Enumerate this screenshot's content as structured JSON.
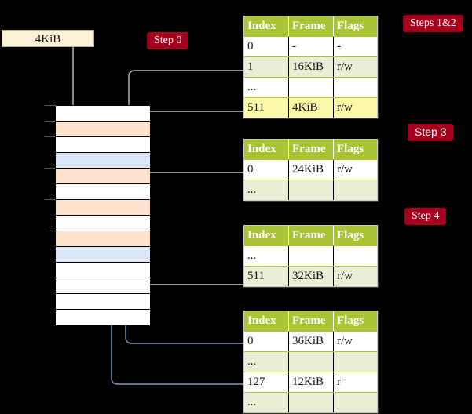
{
  "diagram": {
    "title_hidden": "",
    "virtual_page": {
      "label": "4KiB"
    },
    "badges": {
      "step0": "Step 0",
      "steps12": "Steps 1&2",
      "step3": "Step 3",
      "step4": "Step 4"
    },
    "colors": {
      "badge_background": "#a4001e",
      "badge_text": "#ffffff",
      "table_header_background": "#a8c432",
      "table_row_shade": "#e9efd4",
      "table_highlight": "#fbf8a8",
      "memory_orange": "#fde3cd",
      "memory_blue": "#dbe7f7",
      "virtual_page_background": "#fdf2d9",
      "background": "#000000",
      "gray_wire": "#b6b6b6",
      "blue_wire": "#7d9cc4"
    },
    "memory_column": {
      "name": "physical-memory",
      "rows": [
        {
          "index": 0,
          "fill": "white"
        },
        {
          "index": 1,
          "fill": "orange"
        },
        {
          "index": 2,
          "fill": "white"
        },
        {
          "index": 3,
          "fill": "blue"
        },
        {
          "index": 4,
          "fill": "orange"
        },
        {
          "index": 5,
          "fill": "white"
        },
        {
          "index": 6,
          "fill": "orange"
        },
        {
          "index": 7,
          "fill": "white"
        },
        {
          "index": 8,
          "fill": "orange"
        },
        {
          "index": 9,
          "fill": "blue"
        },
        {
          "index": 10,
          "fill": "white"
        },
        {
          "index": 11,
          "fill": "white"
        },
        {
          "index": 12,
          "fill": "white"
        },
        {
          "index": 13,
          "fill": "white"
        }
      ],
      "tick_rows": [
        0,
        1,
        2,
        4,
        6,
        8
      ]
    },
    "tables": [
      {
        "name": "page-table-level-1",
        "headers": {
          "index": "Index",
          "frame": "Frame",
          "flags": "Flags"
        },
        "rows": [
          {
            "index": "0",
            "frame": "-",
            "flags": "-",
            "style": "plain",
            "highlight": false
          },
          {
            "index": "1",
            "frame": "16KiB",
            "flags": "r/w",
            "style": "shade",
            "highlight": false
          },
          {
            "index": "...",
            "frame": "",
            "flags": "",
            "style": "plain",
            "highlight": false
          },
          {
            "index": "511",
            "frame": "4KiB",
            "flags": "r/w",
            "style": "shade",
            "highlight": true
          }
        ]
      },
      {
        "name": "page-table-level-2",
        "headers": {
          "index": "Index",
          "frame": "Frame",
          "flags": "Flags"
        },
        "rows": [
          {
            "index": "0",
            "frame": "24KiB",
            "flags": "r/w",
            "style": "plain",
            "highlight": false
          },
          {
            "index": "...",
            "frame": "",
            "flags": "",
            "style": "shade",
            "highlight": false
          }
        ]
      },
      {
        "name": "page-table-level-3",
        "headers": {
          "index": "Index",
          "frame": "Frame",
          "flags": "Flags"
        },
        "rows": [
          {
            "index": "...",
            "frame": "",
            "flags": "",
            "style": "plain",
            "highlight": false
          },
          {
            "index": "511",
            "frame": "32KiB",
            "flags": "r/w",
            "style": "shade",
            "highlight": false
          }
        ]
      },
      {
        "name": "page-table-level-4",
        "headers": {
          "index": "Index",
          "frame": "Frame",
          "flags": "Flags"
        },
        "rows": [
          {
            "index": "0",
            "frame": "36KiB",
            "flags": "r/w",
            "style": "plain",
            "highlight": false
          },
          {
            "index": "...",
            "frame": "",
            "flags": "",
            "style": "shade",
            "highlight": false
          },
          {
            "index": "127",
            "frame": "12KiB",
            "flags": "r",
            "style": "plain",
            "highlight": false
          },
          {
            "index": "...",
            "frame": "",
            "flags": "",
            "style": "shade",
            "highlight": false
          }
        ]
      }
    ]
  }
}
